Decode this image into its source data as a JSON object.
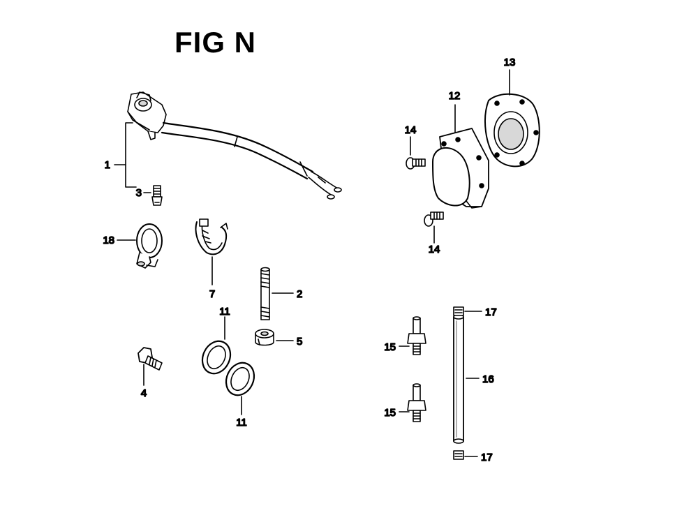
{
  "title": "FIG N",
  "callouts": {
    "c1": "1",
    "c2": "2",
    "c3": "3",
    "c4": "4",
    "c5": "5",
    "c7": "7",
    "c11a": "11",
    "c11b": "11",
    "c12": "12",
    "c13": "13",
    "c14a": "14",
    "c14b": "14",
    "c15a": "15",
    "c15b": "15",
    "c16": "16",
    "c17a": "17",
    "c17b": "17",
    "c18": "18"
  },
  "colors": {
    "ink": "#000000",
    "part_fill": "#ffffff",
    "shade": "#d8d8d8"
  }
}
